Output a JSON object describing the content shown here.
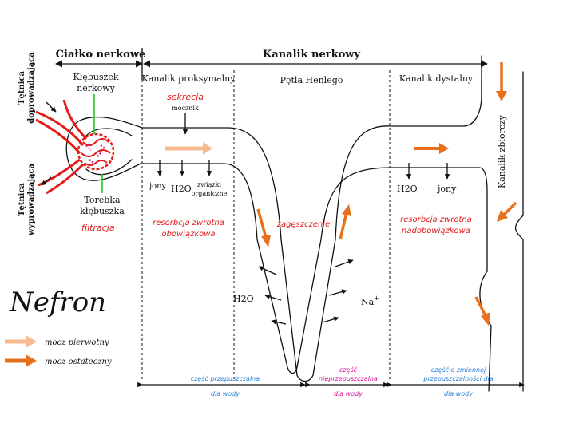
{
  "title": "Nefron",
  "sections": {
    "cialko": "Ciałko nerkowe",
    "kanalik": "Kanalik nerkowy"
  },
  "regions": {
    "klebuszek": [
      "Kłębuszek",
      "nerkowy"
    ],
    "proksymalny": "Kanalik proksymalny",
    "henle": "Pętla Henlego",
    "dystalny": "Kanalik dystalny",
    "zbiorczy": "Kanalik zbiorczy",
    "torebka": [
      "Torebka",
      "kłębuszka"
    ]
  },
  "vessels": {
    "doprowadzajaca": [
      "Tętnica",
      "doprowadzająca"
    ],
    "wyprowadzajaca": [
      "Tętnica",
      "wyprowadzająca"
    ]
  },
  "processes": {
    "sekrecja": "sekrecja",
    "mocznik": "mocznik",
    "filtracja": "filtracja",
    "resorbcja_obowiazkowa": [
      "resorbcja zwrotna",
      "obowiązkowa"
    ],
    "resorbcja_nadobowiazkowa": [
      "resorbcja zwrotna",
      "nadobowiązkowa"
    ],
    "zageszczenie": "zagęszczenie"
  },
  "substances": {
    "jony_left": "jony",
    "h2o_left": "H2O",
    "zwiazki": [
      "związki",
      "organiczne"
    ],
    "h2o_loop": "H2O",
    "na": "Na",
    "na_sup": "+",
    "h2o_right": "H2O",
    "jony_right": "jony"
  },
  "permeability": {
    "przepuszczalna": [
      "część przepuszczalna",
      "dla wody"
    ],
    "nieprzepuszczalna": [
      "część",
      "nieprzepuszczalna",
      "dla wody"
    ],
    "zmienna": [
      "część o zmiennej",
      "przepuszczalności dla",
      "dla wody"
    ]
  },
  "legend": [
    {
      "label": "mocz pierwotny",
      "color": "#f7b98e"
    },
    {
      "label": "mocz ostateczny",
      "color": "#e8701a"
    }
  ],
  "colors": {
    "artery": "#e41b1b",
    "primary_urine": "#f7b98e",
    "final_urine": "#e8701a",
    "glomerulus_pink": "#e0109a",
    "marker_green": "#2bbf2b",
    "permeable_blue": "#2a7fd4"
  }
}
